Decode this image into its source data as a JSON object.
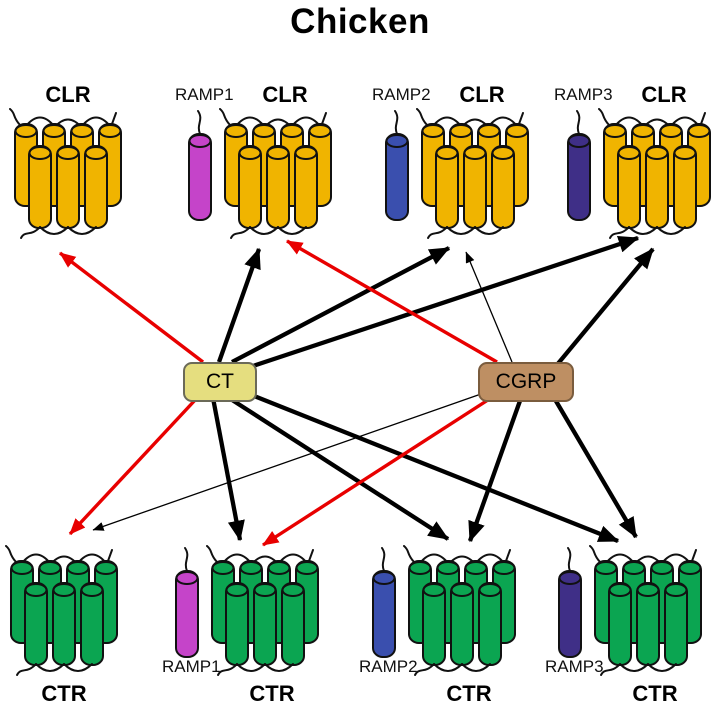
{
  "title": "Chicken",
  "colors": {
    "clr": "#F0B400",
    "ctr": "#0BA551",
    "ramp1": "#C544C9",
    "ramp2": "#3A4FAE",
    "ramp3": "#3F2F87",
    "ct_box": "#E5DE7F",
    "cgrp_box": "#BE8F63",
    "arrow_red": "#E80000",
    "arrow_black": "#000000",
    "outline": "#111111"
  },
  "ligands": [
    {
      "id": "ct",
      "label": "CT"
    },
    {
      "id": "cgrp",
      "label": "CGRP"
    }
  ],
  "receptors": [
    {
      "id": "clr",
      "row": "top",
      "receptor_label": "CLR",
      "ramp_label": null,
      "receptor_color": "clr",
      "ramp_color": null
    },
    {
      "id": "clr-ramp1",
      "row": "top",
      "receptor_label": "CLR",
      "ramp_label": "RAMP1",
      "receptor_color": "clr",
      "ramp_color": "ramp1"
    },
    {
      "id": "clr-ramp2",
      "row": "top",
      "receptor_label": "CLR",
      "ramp_label": "RAMP2",
      "receptor_color": "clr",
      "ramp_color": "ramp2"
    },
    {
      "id": "clr-ramp3",
      "row": "top",
      "receptor_label": "CLR",
      "ramp_label": "RAMP3",
      "receptor_color": "clr",
      "ramp_color": "ramp3"
    },
    {
      "id": "ctr",
      "row": "bottom",
      "receptor_label": "CTR",
      "ramp_label": null,
      "receptor_color": "ctr",
      "ramp_color": null
    },
    {
      "id": "ctr-ramp1",
      "row": "bottom",
      "receptor_label": "CTR",
      "ramp_label": "RAMP1",
      "receptor_color": "ctr",
      "ramp_color": "ramp1"
    },
    {
      "id": "ctr-ramp2",
      "row": "bottom",
      "receptor_label": "CTR",
      "ramp_label": "RAMP2",
      "receptor_color": "ctr",
      "ramp_color": "ramp2"
    },
    {
      "id": "ctr-ramp3",
      "row": "bottom",
      "receptor_label": "CTR",
      "ramp_label": "RAMP3",
      "receptor_color": "ctr",
      "ramp_color": "ramp3"
    }
  ],
  "arrows": [
    {
      "from": "CT",
      "to": "clr",
      "style": "red"
    },
    {
      "from": "CT",
      "to": "clr-ramp1",
      "style": "thick"
    },
    {
      "from": "CT",
      "to": "clr-ramp2",
      "style": "thick"
    },
    {
      "from": "CT",
      "to": "clr-ramp3",
      "style": "thick"
    },
    {
      "from": "CT",
      "to": "ctr",
      "style": "red"
    },
    {
      "from": "CT",
      "to": "ctr-ramp1",
      "style": "thick"
    },
    {
      "from": "CT",
      "to": "ctr-ramp2",
      "style": "thick"
    },
    {
      "from": "CT",
      "to": "ctr-ramp3",
      "style": "thick"
    },
    {
      "from": "CGRP",
      "to": "clr-ramp1",
      "style": "red"
    },
    {
      "from": "CGRP",
      "to": "clr-ramp2",
      "style": "thin"
    },
    {
      "from": "CGRP",
      "to": "clr-ramp3",
      "style": "thick"
    },
    {
      "from": "CGRP",
      "to": "ctr",
      "style": "thin"
    },
    {
      "from": "CGRP",
      "to": "ctr-ramp1",
      "style": "red"
    },
    {
      "from": "CGRP",
      "to": "ctr-ramp2",
      "style": "thick"
    },
    {
      "from": "CGRP",
      "to": "ctr-ramp3",
      "style": "thick"
    }
  ]
}
